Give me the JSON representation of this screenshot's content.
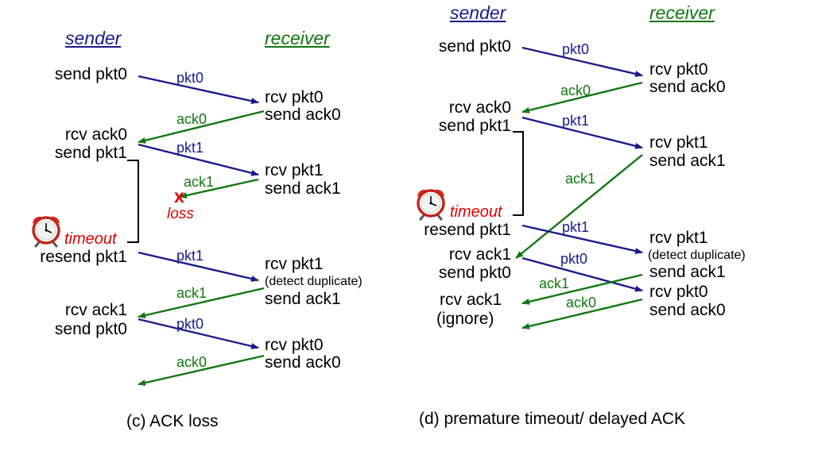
{
  "colors": {
    "pkt": "#1a1a8c",
    "ack": "#117711",
    "loss": "#e00000",
    "bracket": "#000000"
  },
  "icons": {
    "clock": "alarm-clock-icon",
    "loss_mark": "x-mark-icon"
  },
  "c": {
    "sender_header": "sender",
    "receiver_header": "receiver",
    "s1": "send pkt0",
    "s2": "rcv ack0",
    "s3": "send pkt1",
    "s4": "resend pkt1",
    "s5": "rcv ack1",
    "s6": "send pkt0",
    "r1": "rcv pkt0",
    "r2": "send ack0",
    "r3": "rcv pkt1",
    "r4": "send ack1",
    "r5": "rcv pkt1",
    "r6": "(detect duplicate)",
    "r7": "send ack1",
    "r8": "rcv pkt0",
    "r9": "send ack0",
    "m1": "pkt0",
    "m2": "ack0",
    "m3": "pkt1",
    "m4": "ack1",
    "m5": "pkt1",
    "m6": "ack1",
    "m7": "pkt0",
    "m8": "ack0",
    "loss_mark": "x",
    "loss": "loss",
    "timeout": "timeout",
    "caption": "(c) ACK loss"
  },
  "d": {
    "sender_header": "sender",
    "receiver_header": "receiver",
    "s1": "send pkt0",
    "s2": "rcv ack0",
    "s3": "send pkt1",
    "s4": "resend pkt1",
    "s5": "rcv ack1",
    "s6": "send pkt0",
    "s7": "rcv ack1",
    "s8": "(ignore)",
    "r1": "rcv pkt0",
    "r2": "send ack0",
    "r3": "rcv pkt1",
    "r4": "send ack1",
    "r5": "rcv pkt1",
    "r6": "(detect duplicate)",
    "r7": "send ack1",
    "r8": "rcv pkt0",
    "r9": "send ack0",
    "m1": "pkt0",
    "m2": "ack0",
    "m3": "pkt1",
    "m4": "ack1",
    "m5": "pkt1",
    "m6": "pkt0",
    "m7": "ack1",
    "m8": "ack0",
    "timeout": "timeout",
    "caption": "(d) premature timeout/ delayed ACK"
  }
}
